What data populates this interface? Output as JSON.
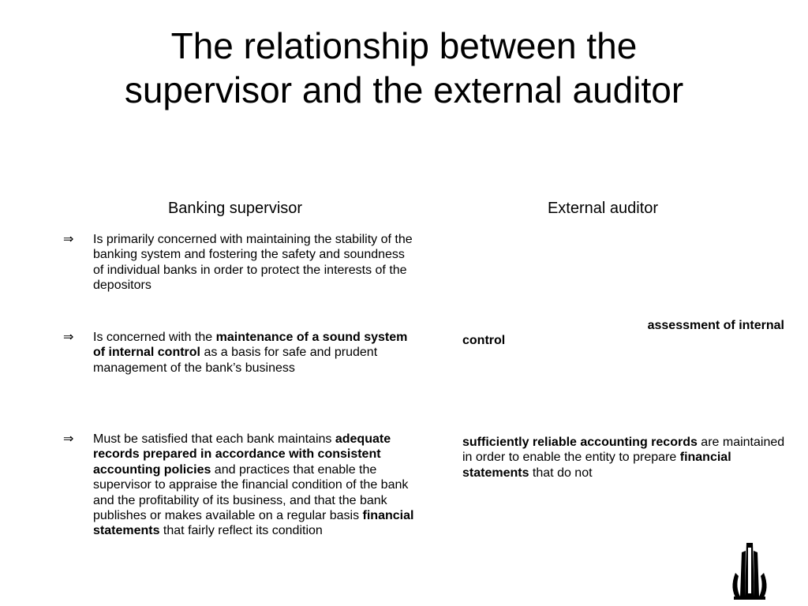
{
  "title": {
    "line1": "The relationship between the",
    "line2": "supervisor and the external auditor"
  },
  "columns": {
    "left_heading": "Banking supervisor",
    "right_heading": "External auditor"
  },
  "supervisor_points": [
    {
      "marker": "⇒",
      "text_1": "Is primarily concerned with maintaining the stability of the banking system and fostering the safety and soundness of individual banks in order to protect the interests of the depositors"
    },
    {
      "marker": "⇒",
      "text_1": "Is concerned with the ",
      "bold_1": "maintenance of a sound system of internal control",
      "text_2": " as a basis for safe and prudent management of the bank’s business"
    },
    {
      "marker": "⇒",
      "text_1": "Must be satisfied that each bank maintains ",
      "bold_1": "adequate records prepared in accordance with consistent accounting policies",
      "text_2": " and practices that enable the supervisor to appraise the financial condition of the bank and the profitability of its business, and that the bank publishes or makes available on a regular basis ",
      "bold_2": "financial statements",
      "text_3": " that fairly reflect its condition"
    }
  ],
  "auditor_points": [
    {
      "bold_1": "assessment of internal",
      "bold_2": "control"
    },
    {
      "bold_1": "sufficiently reliable accounting records",
      "text_1": " are maintained in order to enable the entity to prepare ",
      "bold_2": "financial statements",
      "text_2": " that do not"
    }
  ],
  "logo": {
    "icon": "tower-logo-icon"
  }
}
